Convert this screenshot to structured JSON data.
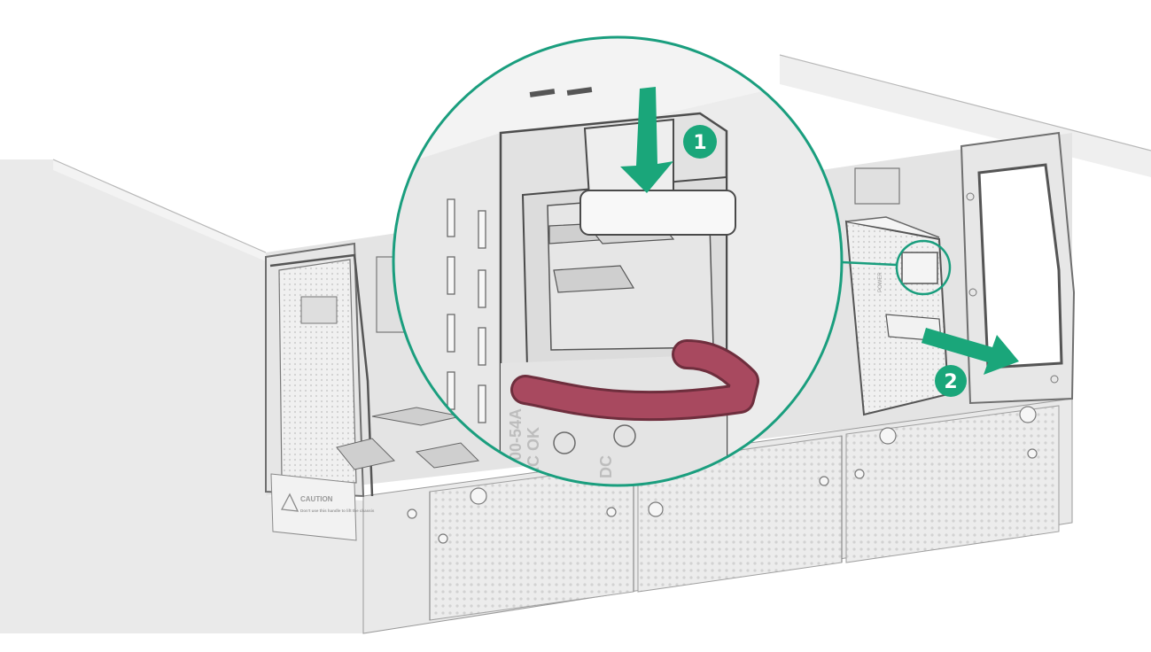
{
  "steps": [
    {
      "number": "1",
      "action": "press-latch-down"
    },
    {
      "number": "2",
      "action": "pull-module-out"
    }
  ],
  "labels": {
    "psu_model": "00-54A",
    "status_ac": "AC OK",
    "status_dc": "DC",
    "caution_title": "CAUTION",
    "caution_text": "Don't use this handle to lift the chassis",
    "power_label": "POWER"
  },
  "colors": {
    "callout_green": "#1a9e7e",
    "arrow_green": "#1aa67a",
    "handle": "#a8495f",
    "chassis": "#e8e8e8",
    "outline": "#8a8a8a"
  }
}
